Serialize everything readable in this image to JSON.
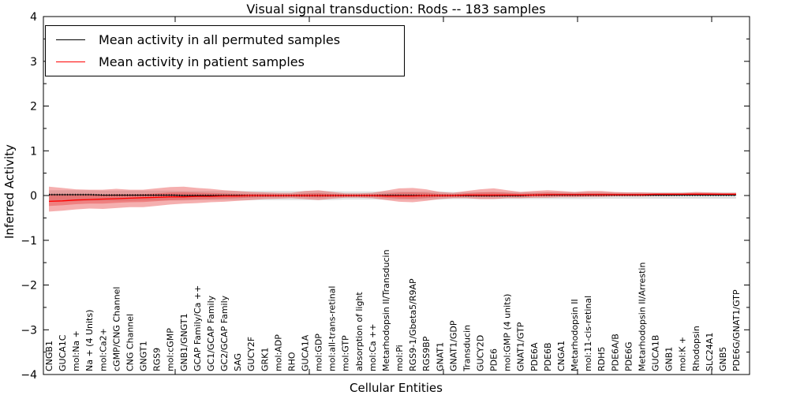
{
  "chart_data": {
    "type": "line",
    "title": "Visual signal transduction: Rods -- 183 samples",
    "xlabel": "Cellular Entities",
    "ylabel": "Inferred Activity",
    "ylim": [
      -4,
      4
    ],
    "yticks": [
      4,
      3,
      2,
      1,
      0,
      -1,
      -2,
      -3,
      -4
    ],
    "grid": false,
    "legend": {
      "position": "upper left",
      "entries": [
        {
          "label": "Mean activity in all permuted samples",
          "color": "#000000"
        },
        {
          "label": "Mean activity in patient samples",
          "color": "#ff0000"
        }
      ]
    },
    "colors": {
      "permuted_line": "#000000",
      "patient_line": "#ff0000",
      "permuted_band": "#888888",
      "patient_band": "#e84040"
    },
    "categories": [
      "CNGB1",
      "GUCA1C",
      "mol:Na +",
      "Na + (4 Units)",
      "mol:Ca2+",
      "cGMP/CNG Channel",
      "CNG Channel",
      "GNGT1",
      "RGS9",
      "mol:cGMP",
      "GNB1/GNGT1",
      "GCAP Family/Ca ++",
      "GC1/GCAP Family",
      "GC2/GCAP Family",
      "SAG",
      "GUCY2F",
      "GRK1",
      "mol:ADP",
      "RHO",
      "GUCA1A",
      "mol:GDP",
      "mol:all-trans-retinal",
      "mol:GTP",
      "absorption of light",
      "mol:Ca ++",
      "Metarhodopsin II/Transducin",
      "mol:Pi",
      "RGS9-1/Gbeta5/R9AP",
      "RGS9BP",
      "GNAT1",
      "GNAT1/GDP",
      "Transducin",
      "GUCY2D",
      "PDE6",
      "mol:GMP (4 units)",
      "GNAT1/GTP",
      "PDE6A",
      "PDE6B",
      "CNGA1",
      "Metarhodopsin II",
      "mol:11-cis-retinal",
      "RDH5",
      "PDE6A/B",
      "PDE6G",
      "Metarhodopsin II/Arrestin",
      "GUCA1B",
      "GNB1",
      "mol:K +",
      "Rhodopsin",
      "SLC24A1",
      "GNB5",
      "PDE6G/GNAT1/GTP"
    ],
    "series": [
      {
        "name": "Mean activity in all permuted samples",
        "color": "#000000",
        "values": [
          0.02,
          0.02,
          0.02,
          0.02,
          0.01,
          0.01,
          0.01,
          0.01,
          0.01,
          0.01,
          0.0,
          0.0,
          0.0,
          0.0,
          0.0,
          0.0,
          0.0,
          0.0,
          0.0,
          0.0,
          0.0,
          0.0,
          0.0,
          0.0,
          0.0,
          0.0,
          0.0,
          0.0,
          0.0,
          0.0,
          0.0,
          0.0,
          0.0,
          0.0,
          0.0,
          0.0,
          0.01,
          0.01,
          0.01,
          0.01,
          0.01,
          0.01,
          0.01,
          0.01,
          0.01,
          0.01,
          0.01,
          0.01,
          0.01,
          0.01,
          0.01,
          0.01
        ]
      },
      {
        "name": "Mean activity in patient samples",
        "color": "#ff0000",
        "values": [
          -0.13,
          -0.12,
          -0.1,
          -0.09,
          -0.08,
          -0.07,
          -0.06,
          -0.05,
          -0.04,
          -0.03,
          -0.03,
          -0.02,
          -0.02,
          -0.01,
          -0.01,
          0.0,
          0.0,
          0.0,
          0.0,
          0.0,
          0.0,
          0.0,
          0.0,
          0.0,
          0.0,
          -0.01,
          -0.01,
          -0.01,
          0.0,
          0.0,
          0.0,
          0.01,
          0.01,
          0.01,
          0.01,
          0.01,
          0.01,
          0.02,
          0.02,
          0.02,
          0.02,
          0.02,
          0.02,
          0.02,
          0.02,
          0.03,
          0.03,
          0.03,
          0.03,
          0.03,
          0.03,
          0.03
        ]
      }
    ],
    "bands": {
      "patient": {
        "upper": [
          0.2,
          0.17,
          0.14,
          0.13,
          0.13,
          0.15,
          0.13,
          0.13,
          0.16,
          0.19,
          0.2,
          0.17,
          0.15,
          0.12,
          0.1,
          0.08,
          0.07,
          0.06,
          0.06,
          0.1,
          0.12,
          0.08,
          0.05,
          0.05,
          0.06,
          0.11,
          0.16,
          0.17,
          0.14,
          0.08,
          0.06,
          0.1,
          0.14,
          0.16,
          0.12,
          0.08,
          0.1,
          0.12,
          0.1,
          0.08,
          0.1,
          0.1,
          0.08,
          0.07,
          0.07,
          0.06,
          0.06,
          0.06,
          0.08,
          0.07,
          0.06,
          0.06
        ],
        "lower": [
          -0.36,
          -0.34,
          -0.31,
          -0.29,
          -0.3,
          -0.28,
          -0.26,
          -0.26,
          -0.23,
          -0.2,
          -0.18,
          -0.17,
          -0.15,
          -0.14,
          -0.12,
          -0.1,
          -0.08,
          -0.07,
          -0.06,
          -0.08,
          -0.1,
          -0.07,
          -0.05,
          -0.05,
          -0.06,
          -0.1,
          -0.14,
          -0.15,
          -0.12,
          -0.08,
          -0.06,
          -0.06,
          -0.08,
          -0.08,
          -0.06,
          -0.06,
          -0.05,
          -0.05,
          -0.04,
          -0.04,
          -0.03,
          -0.03,
          -0.02,
          -0.02,
          -0.02,
          -0.01,
          -0.01,
          0.0,
          0.0,
          0.0,
          0.0,
          0.0
        ]
      },
      "permuted": {
        "upper": [
          0.12,
          0.12,
          0.12,
          0.12,
          0.11,
          0.11,
          0.11,
          0.11,
          0.11,
          0.11,
          0.1,
          0.1,
          0.1,
          0.1,
          0.1,
          0.1,
          0.1,
          0.1,
          0.1,
          0.1,
          0.1,
          0.1,
          0.09,
          0.09,
          0.09,
          0.09,
          0.09,
          0.09,
          0.09,
          0.09,
          0.08,
          0.08,
          0.08,
          0.08,
          0.08,
          0.08,
          0.08,
          0.08,
          0.08,
          0.08,
          0.08,
          0.08,
          0.07,
          0.07,
          0.07,
          0.07,
          0.07,
          0.07,
          0.07,
          0.07,
          0.07,
          0.07
        ],
        "lower": [
          -0.13,
          -0.13,
          -0.13,
          -0.12,
          -0.12,
          -0.12,
          -0.12,
          -0.11,
          -0.11,
          -0.11,
          -0.11,
          -0.1,
          -0.1,
          -0.1,
          -0.1,
          -0.1,
          -0.1,
          -0.1,
          -0.1,
          -0.1,
          -0.1,
          -0.1,
          -0.09,
          -0.09,
          -0.09,
          -0.09,
          -0.09,
          -0.09,
          -0.09,
          -0.09,
          -0.08,
          -0.08,
          -0.08,
          -0.08,
          -0.08,
          -0.08,
          -0.08,
          -0.08,
          -0.08,
          -0.08,
          -0.08,
          -0.07,
          -0.07,
          -0.07,
          -0.07,
          -0.07,
          -0.07,
          -0.07,
          -0.07,
          -0.07,
          -0.07,
          -0.07
        ]
      }
    }
  }
}
